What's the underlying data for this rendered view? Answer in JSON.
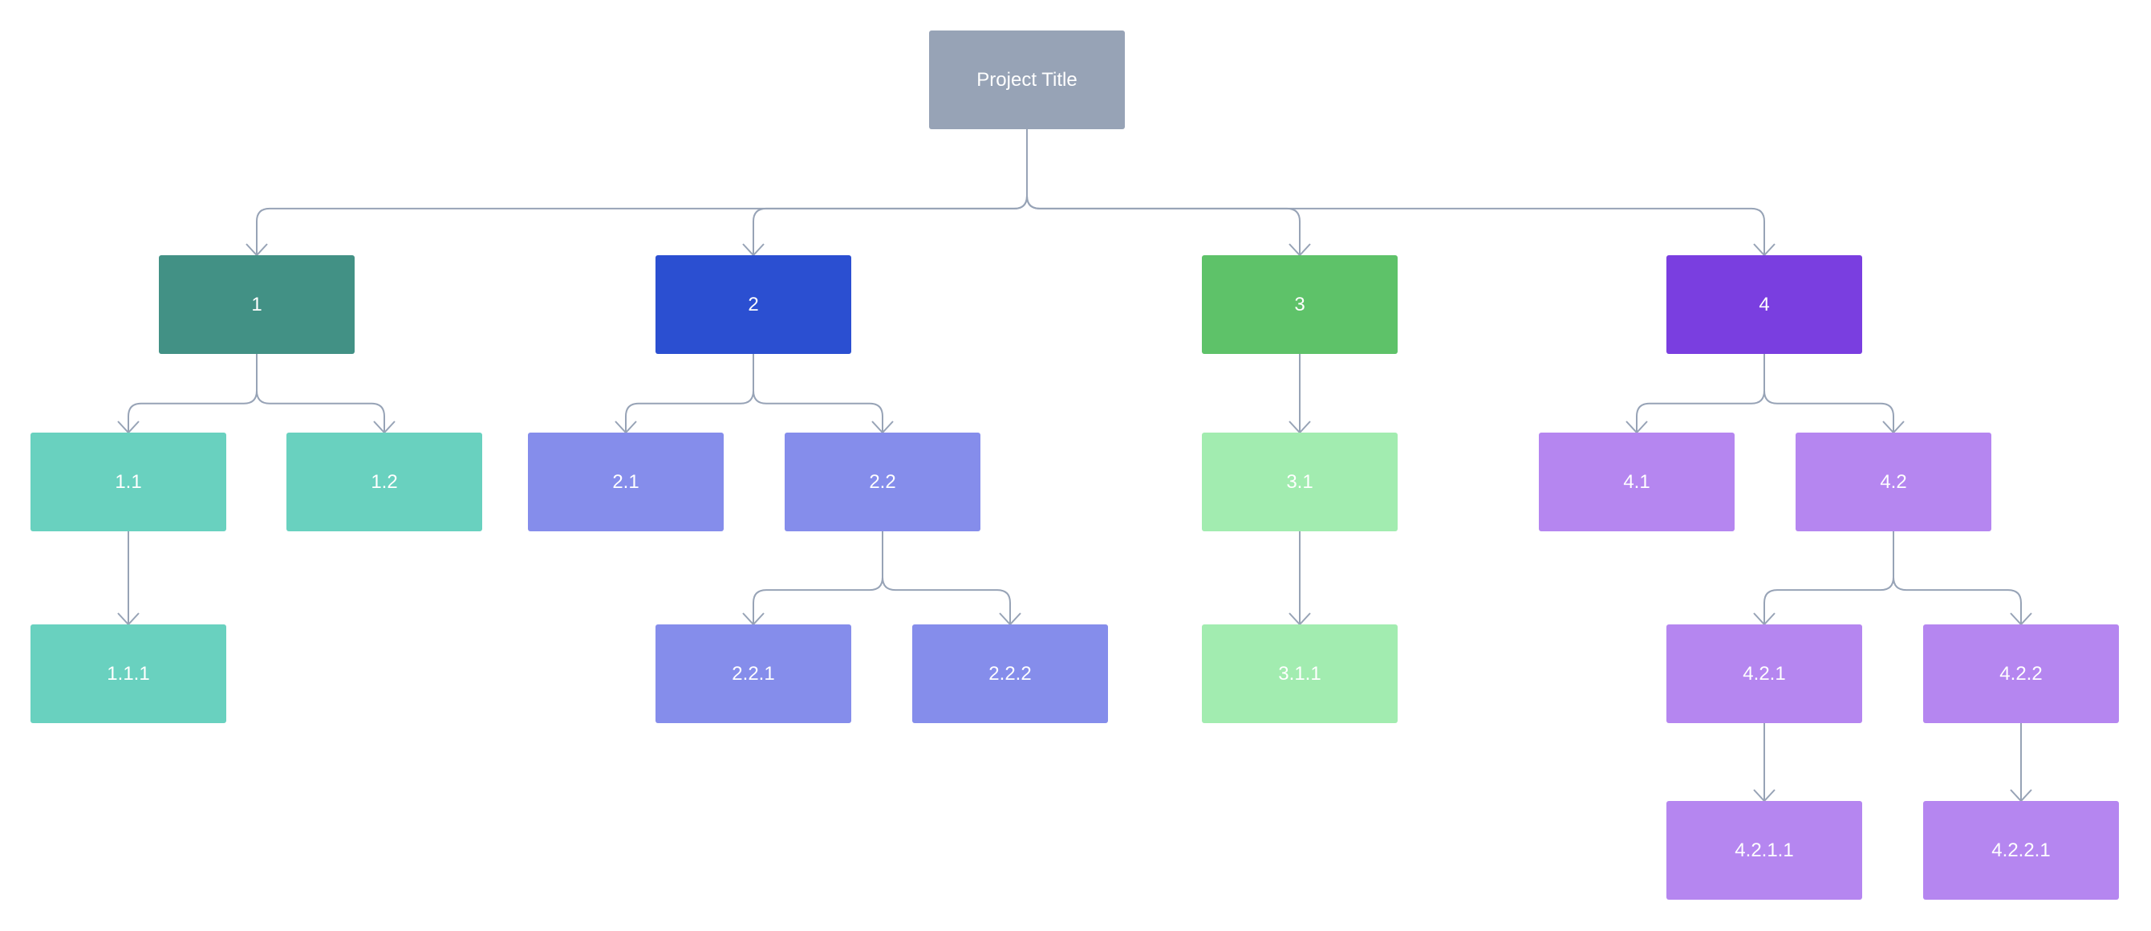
{
  "diagram": {
    "line_color": "#97a3b6",
    "root": {
      "id": "root",
      "label": "Project Title",
      "color": "#97a3b6"
    },
    "nodes": [
      {
        "id": "n1",
        "label": "1",
        "parent": "root",
        "color": "#429185"
      },
      {
        "id": "n2",
        "label": "2",
        "parent": "root",
        "color": "#2b4fd1"
      },
      {
        "id": "n3",
        "label": "3",
        "parent": "root",
        "color": "#5ec269"
      },
      {
        "id": "n4",
        "label": "4",
        "parent": "root",
        "color": "#7a3ee0"
      },
      {
        "id": "n1_1",
        "label": "1.1",
        "parent": "n1",
        "color": "#69d1bf"
      },
      {
        "id": "n1_2",
        "label": "1.2",
        "parent": "n1",
        "color": "#69d1bf"
      },
      {
        "id": "n1_1_1",
        "label": "1.1.1",
        "parent": "n1_1",
        "color": "#69d1bf"
      },
      {
        "id": "n2_1",
        "label": "2.1",
        "parent": "n2",
        "color": "#858deb"
      },
      {
        "id": "n2_2",
        "label": "2.2",
        "parent": "n2",
        "color": "#858deb"
      },
      {
        "id": "n2_2_1",
        "label": "2.2.1",
        "parent": "n2_2",
        "color": "#858deb"
      },
      {
        "id": "n2_2_2",
        "label": "2.2.2",
        "parent": "n2_2",
        "color": "#858deb"
      },
      {
        "id": "n3_1",
        "label": "3.1",
        "parent": "n3",
        "color": "#a2ecb0"
      },
      {
        "id": "n3_1_1",
        "label": "3.1.1",
        "parent": "n3_1",
        "color": "#a2ecb0"
      },
      {
        "id": "n4_1",
        "label": "4.1",
        "parent": "n4",
        "color": "#b586f0"
      },
      {
        "id": "n4_2",
        "label": "4.2",
        "parent": "n4",
        "color": "#b586f0"
      },
      {
        "id": "n4_2_1",
        "label": "4.2.1",
        "parent": "n4_2",
        "color": "#b586f0"
      },
      {
        "id": "n4_2_2",
        "label": "4.2.2",
        "parent": "n4_2",
        "color": "#b586f0"
      },
      {
        "id": "n4_2_1_1",
        "label": "4.2.1.1",
        "parent": "n4_2_1",
        "color": "#b586f0"
      },
      {
        "id": "n4_2_2_1",
        "label": "4.2.2.1",
        "parent": "n4_2_2",
        "color": "#b586f0"
      }
    ]
  }
}
